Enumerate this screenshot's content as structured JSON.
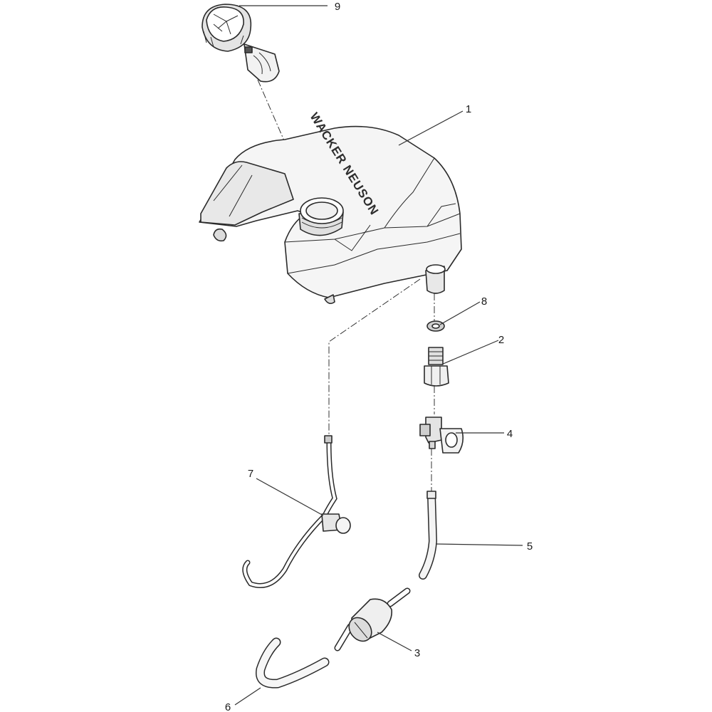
{
  "diagram": {
    "brand_text": "WACKER NEUSON",
    "callouts": [
      {
        "id": "1",
        "label": "1"
      },
      {
        "id": "2",
        "label": "2"
      },
      {
        "id": "3",
        "label": "3"
      },
      {
        "id": "4",
        "label": "4"
      },
      {
        "id": "5",
        "label": "5"
      },
      {
        "id": "6",
        "label": "6"
      },
      {
        "id": "7",
        "label": "7"
      },
      {
        "id": "8",
        "label": "8"
      },
      {
        "id": "9",
        "label": "9"
      }
    ]
  }
}
